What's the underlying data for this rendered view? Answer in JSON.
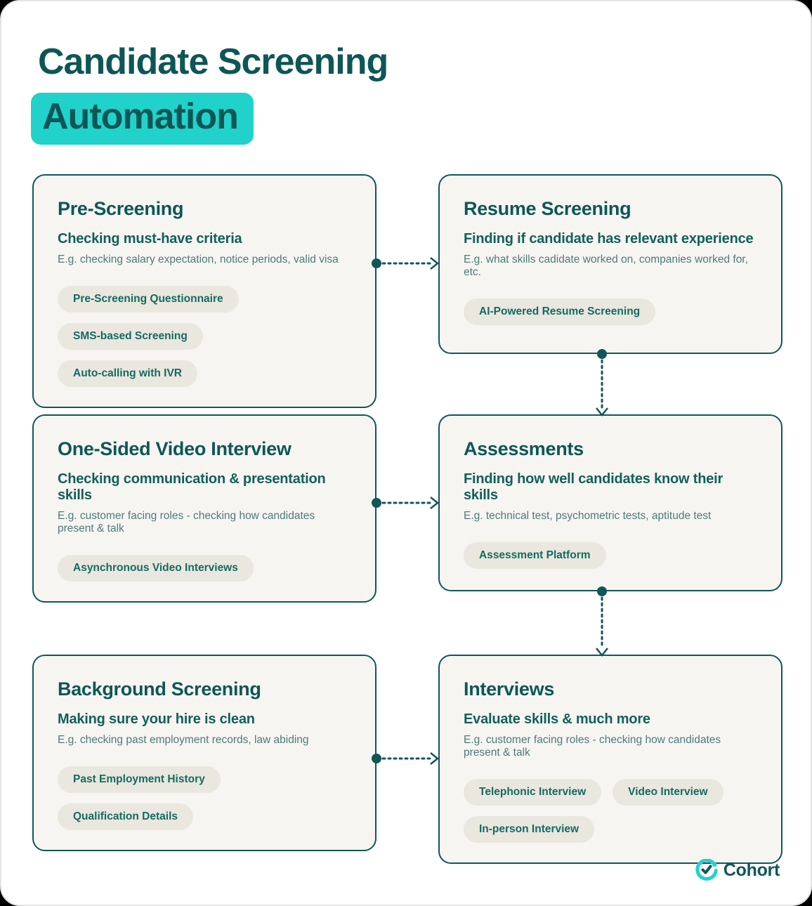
{
  "header": {
    "title_line1": "Candidate Screening",
    "title_line2": "Automation"
  },
  "colors": {
    "dark_teal": "#0E5656",
    "accent_teal": "#21D2CB",
    "card_bg": "#F6F5F1",
    "pill_bg": "#E9E7DE",
    "pill_text": "#156B64",
    "muted_text": "#4E7A7B"
  },
  "cards": [
    {
      "title": "Pre-Screening",
      "subtitle": "Checking must-have criteria",
      "example": "E.g. checking salary expectation, notice periods, valid visa",
      "tags": [
        "Pre-Screening Questionnaire",
        "SMS-based Screening",
        "Auto-calling with IVR"
      ]
    },
    {
      "title": "Resume Screening",
      "subtitle": "Finding if candidate has relevant experience",
      "example": "E.g. what skills cadidate worked on, companies worked for, etc.",
      "tags": [
        "AI-Powered Resume Screening"
      ]
    },
    {
      "title": "One-Sided Video Interview",
      "subtitle": "Checking communication & presentation skills",
      "example": "E.g. customer facing roles - checking how candidates present & talk",
      "tags": [
        "Asynchronous Video Interviews"
      ]
    },
    {
      "title": "Assessments",
      "subtitle": "Finding how well candidates know their skills",
      "example": "E.g. technical test, psychometric tests, aptitude test",
      "tags": [
        "Assessment Platform"
      ]
    },
    {
      "title": "Background Screening",
      "subtitle": "Making sure your hire is clean",
      "example": "E.g. checking past employment records, law abiding",
      "tags": [
        "Past Employment History",
        "Qualification Details"
      ]
    },
    {
      "title": "Interviews",
      "subtitle": "Evaluate skills & much more",
      "example": "E.g. customer facing roles - checking how candidates present & talk",
      "tags": [
        "Telephonic Interview",
        "Video Interview",
        "In-person Interview"
      ]
    }
  ],
  "footer": {
    "brand": "Cohort"
  }
}
